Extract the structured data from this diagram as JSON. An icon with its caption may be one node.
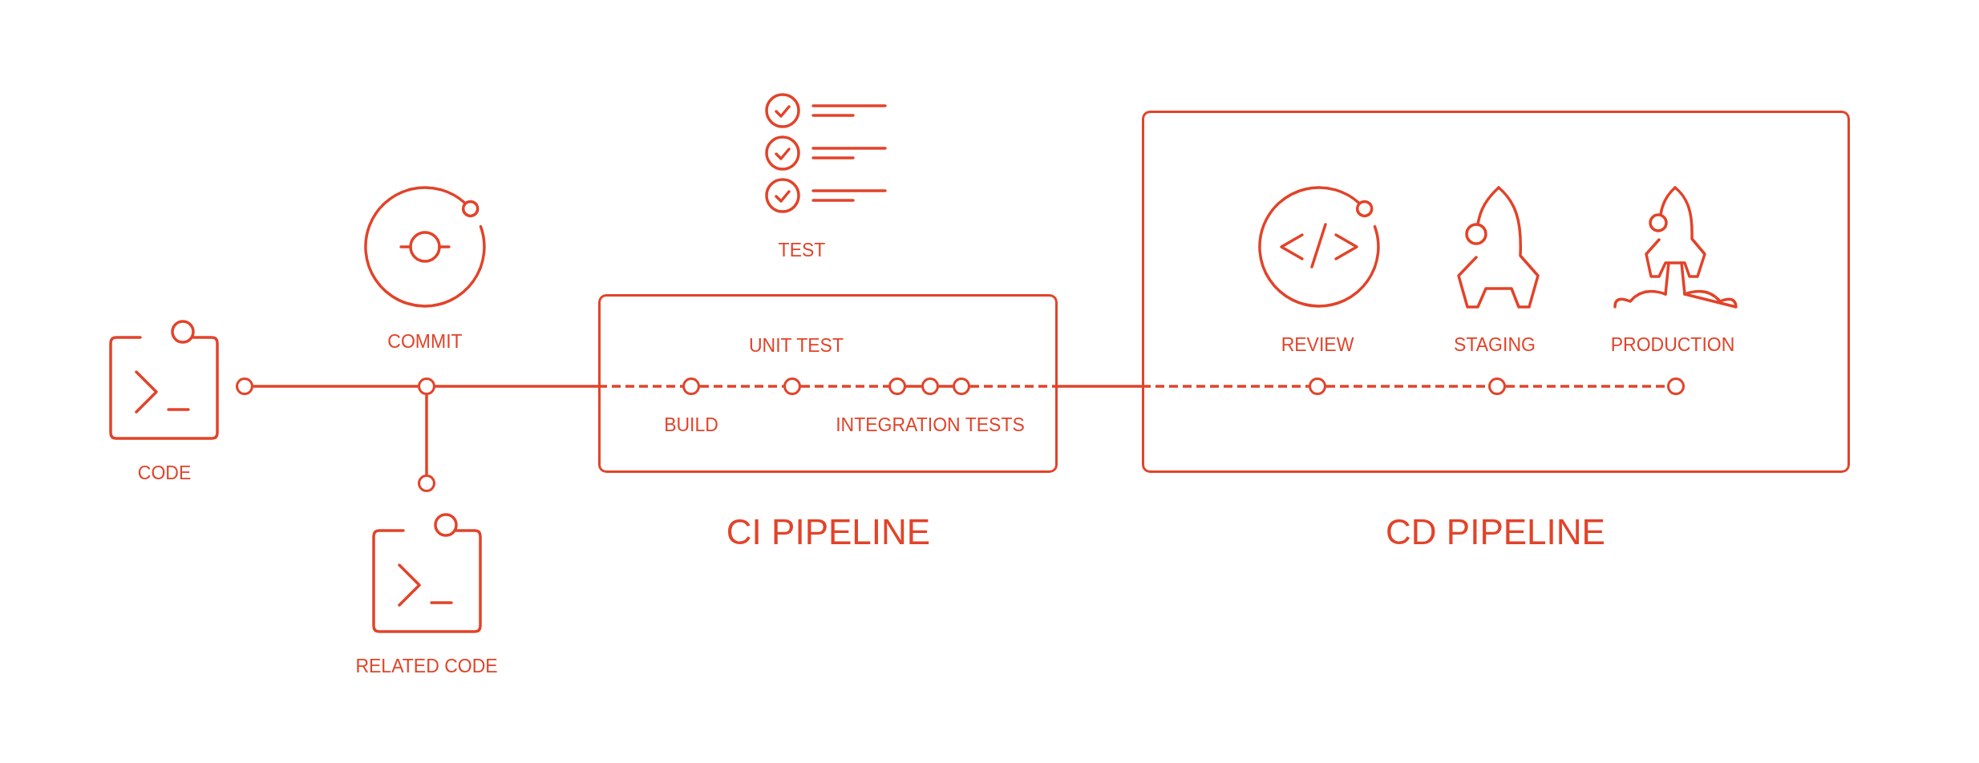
{
  "diagram": {
    "nodes": [
      {
        "text": [
          "CODE"
        ]
      },
      {
        "text": [],
        "shape": "circle"
      },
      {
        "text": [],
        "shape": "circle"
      },
      {
        "text": [
          "COMMIT"
        ]
      },
      {
        "text": [],
        "shape": "circle"
      },
      {
        "text": [
          "RELATED CODE"
        ]
      },
      {
        "text": [
          "CI PIPELINE"
        ]
      },
      {
        "text": [
          "TEST"
        ]
      },
      {
        "text": [],
        "shape": "circle",
        "in": 6,
        "beside": [
          "BUILD"
        ]
      },
      {
        "text": [],
        "shape": "circle",
        "in": 6,
        "beside": [
          "UNIT TEST"
        ]
      },
      {
        "text": [],
        "shape": "circle",
        "in": 6
      },
      {
        "text": [],
        "shape": "circle",
        "in": 6,
        "beside": [
          "INTEGRATION TESTS"
        ]
      },
      {
        "text": [],
        "shape": "circle",
        "in": 6
      },
      {
        "text": [
          "CD PIPELINE"
        ]
      },
      {
        "text": [
          "REVIEW"
        ],
        "in": 13
      },
      {
        "text": [
          "STAGING"
        ],
        "in": 13
      },
      {
        "text": [
          "PRODUCTION"
        ],
        "in": 13
      },
      {
        "text": [],
        "shape": "circle",
        "in": 13
      },
      {
        "text": [],
        "shape": "circle",
        "in": 13
      },
      {
        "text": [],
        "shape": "circle",
        "in": 13
      }
    ],
    "edges": [
      {
        "from": 1,
        "to": 2,
        "arrow": "none"
      },
      {
        "from": 2,
        "to": 4,
        "arrow": "none"
      },
      {
        "from": 2,
        "to": 8,
        "arrow": "none",
        "style": "dashed"
      },
      {
        "from": 8,
        "to": 9,
        "arrow": "none",
        "style": "dashed"
      },
      {
        "from": 9,
        "to": 10,
        "arrow": "none",
        "style": "dashed"
      },
      {
        "from": 10,
        "to": 11,
        "arrow": "none"
      },
      {
        "from": 11,
        "to": 12,
        "arrow": "none"
      },
      {
        "from": 12,
        "to": 17,
        "arrow": "none",
        "style": "dashed"
      },
      {
        "from": 17,
        "to": 18,
        "arrow": "none",
        "style": "dashed"
      },
      {
        "from": 18,
        "to": 19,
        "arrow": "none",
        "style": "dashed"
      }
    ]
  }
}
